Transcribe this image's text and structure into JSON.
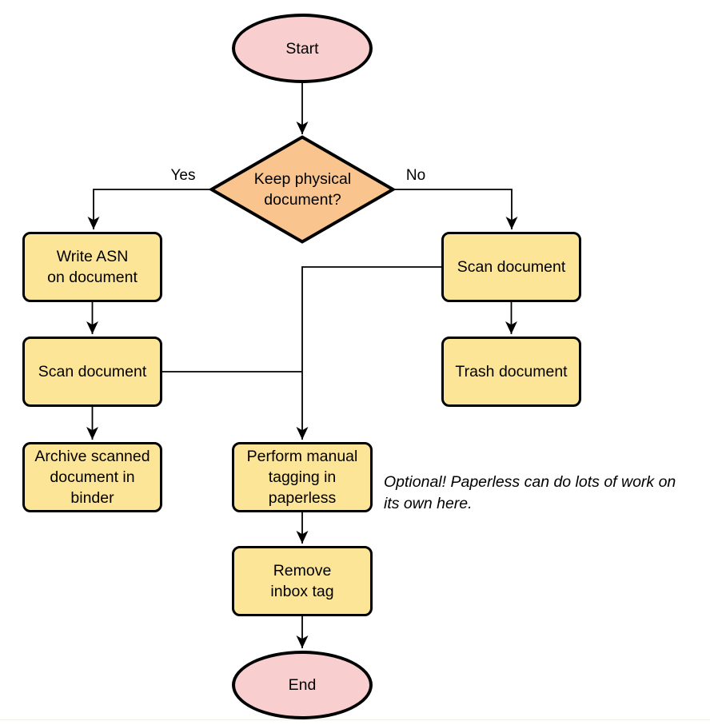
{
  "colors": {
    "terminal_fill": "#f8cfce",
    "decision_fill": "#fac48e",
    "process_fill": "#fde598",
    "stroke": "#000000",
    "edge": "#000000",
    "footer_line": "#f1eee8"
  },
  "nodes": {
    "start": {
      "type": "terminal-ellipse",
      "label1": "Start"
    },
    "decision": {
      "type": "decision-diamond",
      "label1": "Keep physical",
      "label2": "document?"
    },
    "write_asn": {
      "type": "process",
      "label1": "Write ASN",
      "label2": "on document"
    },
    "scan_left": {
      "type": "process",
      "label1": "Scan document"
    },
    "archive": {
      "type": "process",
      "label1": "Archive scanned",
      "label2": "document in",
      "label3": "binder"
    },
    "scan_right": {
      "type": "process",
      "label1": "Scan document"
    },
    "trash": {
      "type": "process",
      "label1": "Trash document"
    },
    "tagging": {
      "type": "process",
      "label1": "Perform manual",
      "label2": "tagging in",
      "label3": "paperless"
    },
    "remove_inbox": {
      "type": "process",
      "label1": "Remove",
      "label2": "inbox tag"
    },
    "end": {
      "type": "terminal-ellipse",
      "label1": "End"
    }
  },
  "edge_labels": {
    "yes": "Yes",
    "no": "No"
  },
  "note": {
    "line1": "Optional! Paperless can do lots of work on",
    "line2": "its own here."
  }
}
